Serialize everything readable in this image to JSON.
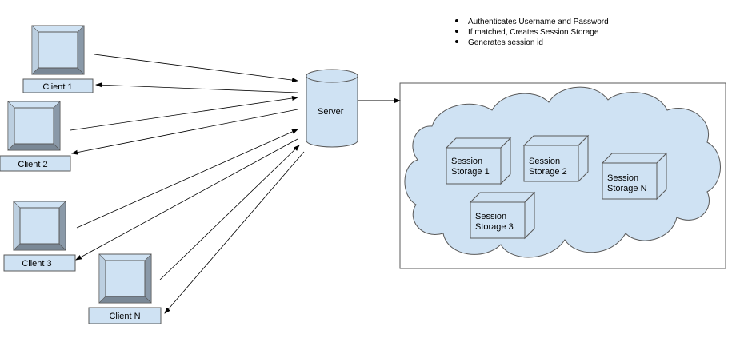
{
  "notes": {
    "bullets": [
      "Authenticates Username and Password",
      "If matched, Creates Session Storage",
      "Generates session id"
    ]
  },
  "server": {
    "label": "Server"
  },
  "clients": [
    {
      "label": "Client 1"
    },
    {
      "label": "Client 2"
    },
    {
      "label": "Client 3"
    },
    {
      "label": "Client N"
    }
  ],
  "storages": [
    {
      "line1": "Session",
      "line2": "Storage 1"
    },
    {
      "line1": "Session",
      "line2": "Storage 2"
    },
    {
      "line1": "Session",
      "line2": "Storage 3"
    },
    {
      "line1": "Session",
      "line2": "Storage N"
    }
  ],
  "colors": {
    "fill": "#cfe2f3",
    "stroke": "#595959"
  }
}
